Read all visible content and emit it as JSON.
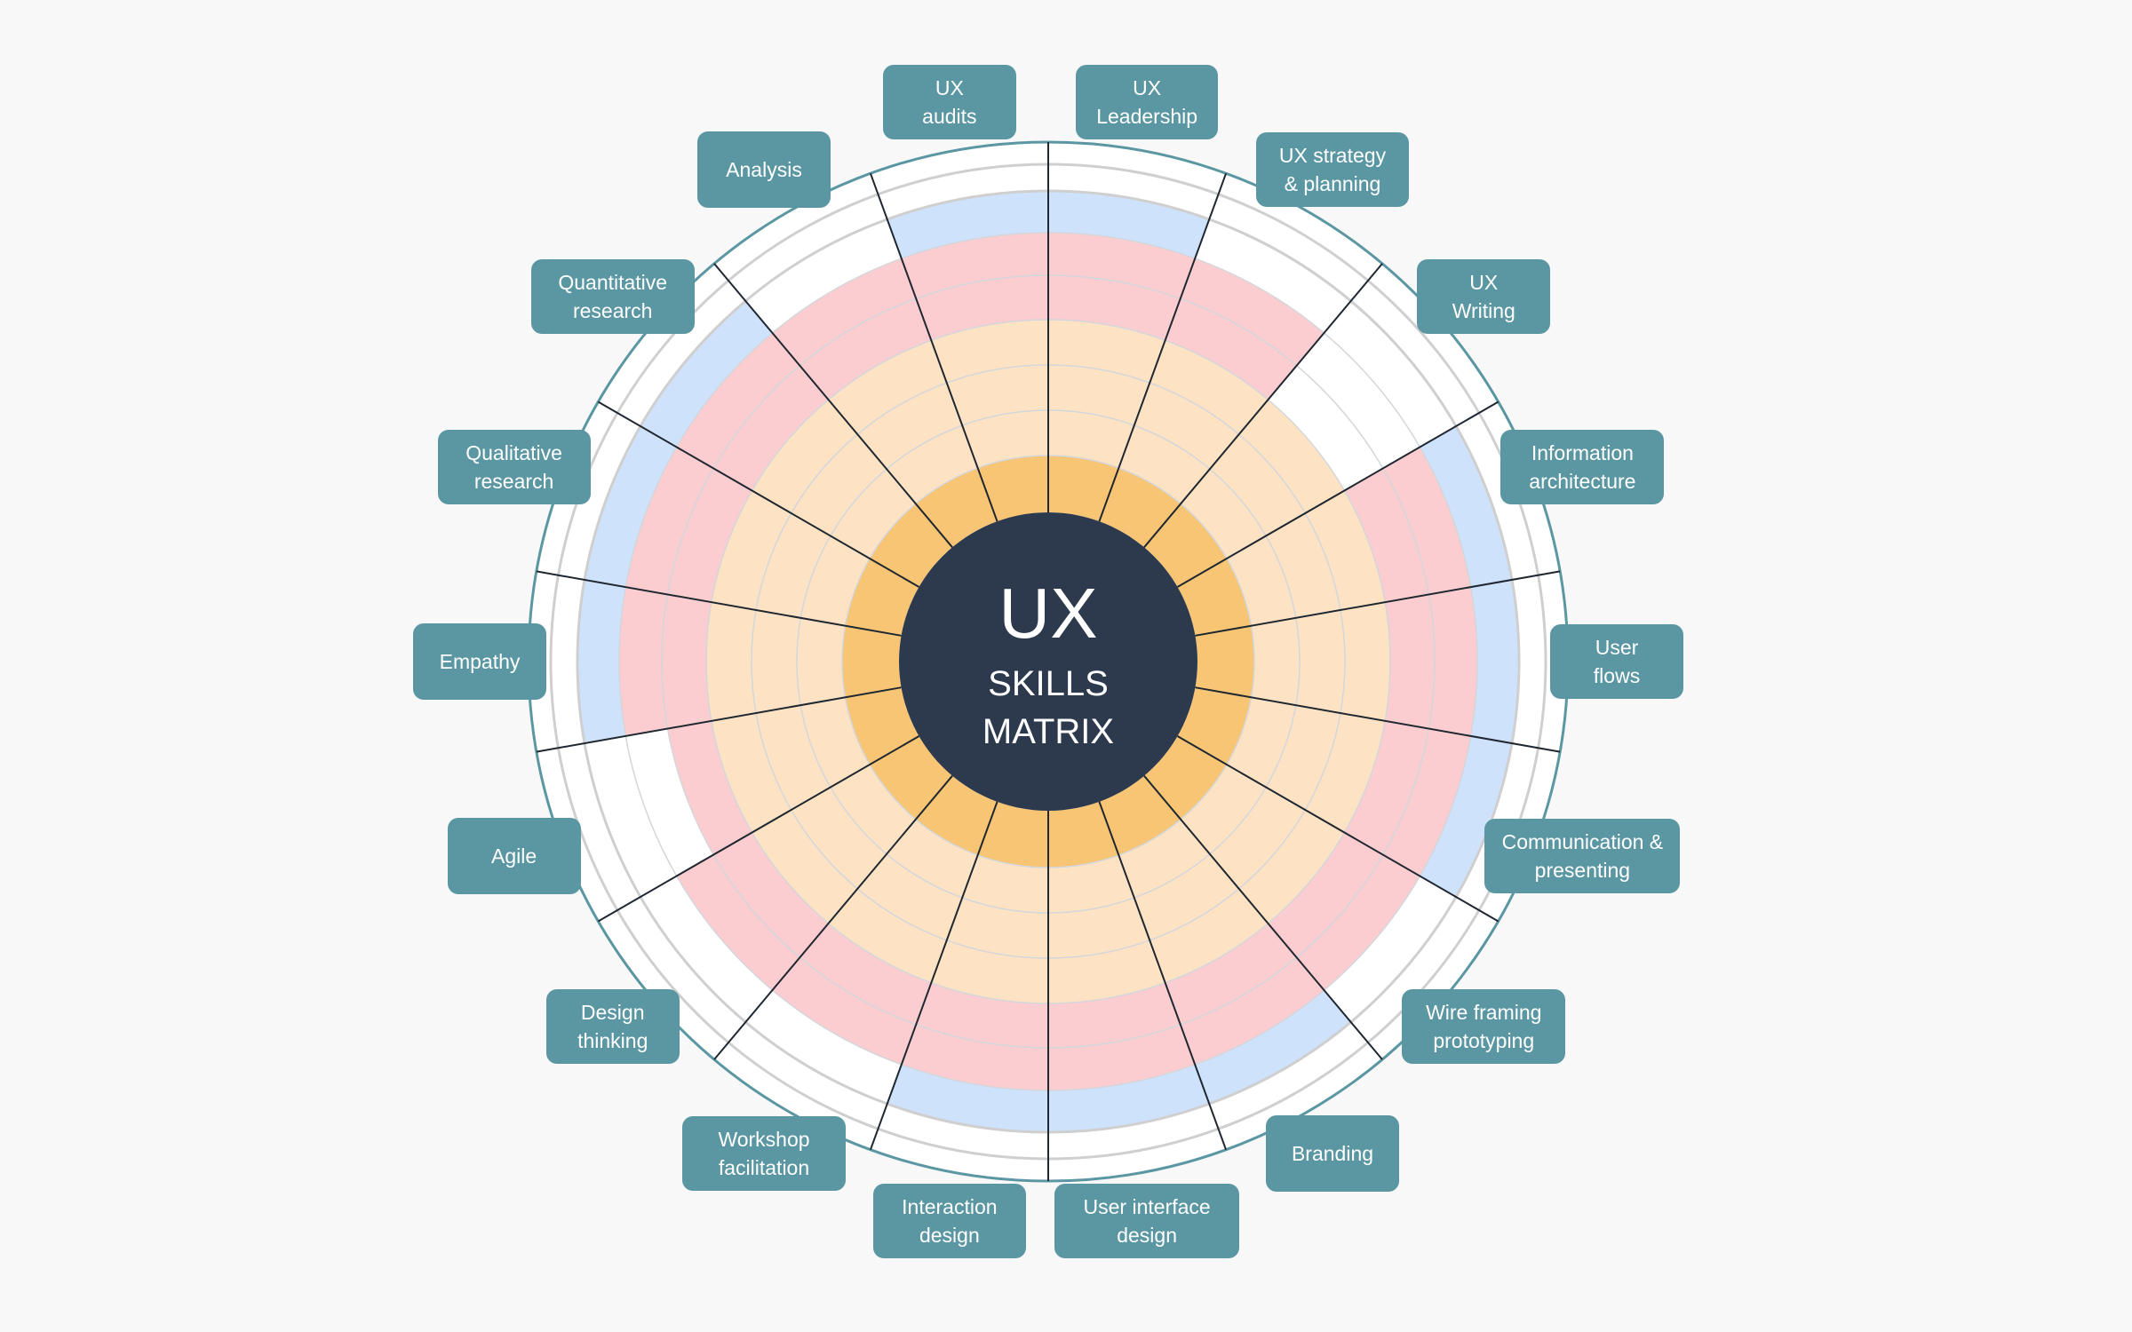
{
  "center": {
    "title": "UX",
    "line1": "SKILLS",
    "line2": "MATRIX"
  },
  "colors": {
    "background": "#f8f8f9",
    "hub": "#2d3a4d",
    "tab": "#5b97a2",
    "level_1": "#f8c574",
    "level_2_4": "#fde3c3",
    "level_5_6": "#fccdd0",
    "level_7": "#cfe2fb",
    "outer": "#ffffff",
    "rim": "#5b97a2"
  },
  "levels": 10,
  "skills": [
    {
      "name": "UX Leadership",
      "line1": "UX",
      "line2": "Leadership",
      "level": 7
    },
    {
      "name": "UX strategy & planning",
      "line1": "UX strategy",
      "line2": "& planning",
      "level": 6
    },
    {
      "name": "UX Writing",
      "line1": "UX",
      "line2": "Writing",
      "level": 4
    },
    {
      "name": "Information architecture",
      "line1": "Information",
      "line2": "architecture",
      "level": 7
    },
    {
      "name": "User flows",
      "line1": "User",
      "line2": "flows",
      "level": 7
    },
    {
      "name": "Communication & presenting",
      "line1": "Communication &",
      "line2": "presenting",
      "level": 7
    },
    {
      "name": "Wire framing prototyping",
      "line1": "Wire framing",
      "line2": "prototyping",
      "level": 6
    },
    {
      "name": "Branding",
      "line1": "Branding",
      "line2": "",
      "level": 7
    },
    {
      "name": "User interface design",
      "line1": "User interface",
      "line2": "design",
      "level": 7
    },
    {
      "name": "Interaction design",
      "line1": "Interaction",
      "line2": "design",
      "level": 7
    },
    {
      "name": "Workshop facilitation",
      "line1": "Workshop",
      "line2": "facilitation",
      "level": 6
    },
    {
      "name": "Design thinking",
      "line1": "Design",
      "line2": "thinking",
      "level": 6
    },
    {
      "name": "Agile",
      "line1": "Agile",
      "line2": "",
      "level": 5
    },
    {
      "name": "Empathy",
      "line1": "Empathy",
      "line2": "",
      "level": 7
    },
    {
      "name": "Qualitative research",
      "line1": "Qualitative",
      "line2": "research",
      "level": 7
    },
    {
      "name": "Quantitative research",
      "line1": "Quantitative",
      "line2": "research",
      "level": 7
    },
    {
      "name": "Analysis",
      "line1": "Analysis",
      "line2": "",
      "level": 6
    },
    {
      "name": "UX audits",
      "line1": "UX",
      "line2": "audits",
      "level": 7
    }
  ]
}
